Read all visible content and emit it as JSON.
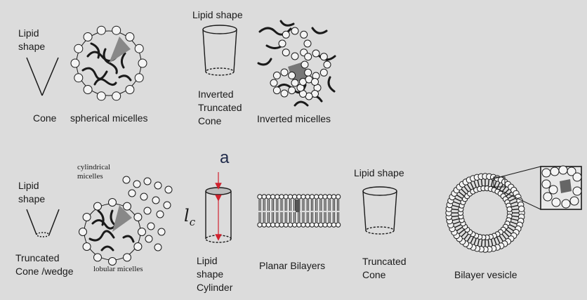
{
  "top_row": {
    "cone_shape_label": "Lipid\nshape",
    "cone_name": "Cone",
    "spherical_label": "spherical micelles",
    "inv_shape_label": "Lipid shape",
    "inv_cone_name": "Inverted\nTruncated\nCone",
    "inverted_label": "Inverted micelles"
  },
  "bottom_row": {
    "trunc_shape_label": "Lipid\nshape",
    "trunc_cone_name": "Truncated\nCone /wedge",
    "cylindrical_label": "cylindrical\nmicelles",
    "globular_label": "lobular micelles",
    "head_area_symbol": "a",
    "tail_length_symbol": "l",
    "tail_length_subscript": "c",
    "cylinder_name": "Lipid\nshape\nCylinder",
    "planar_label": "Planar Bilayers",
    "trunc2_shape_label": "Lipid shape",
    "trunc2_name": "Truncated\nCone",
    "vesicle_label": "Bilayer vesicle"
  },
  "colors": {
    "arrow": "#d0222e",
    "ink": "#1a1a1a",
    "background": "#dcdcdc"
  }
}
